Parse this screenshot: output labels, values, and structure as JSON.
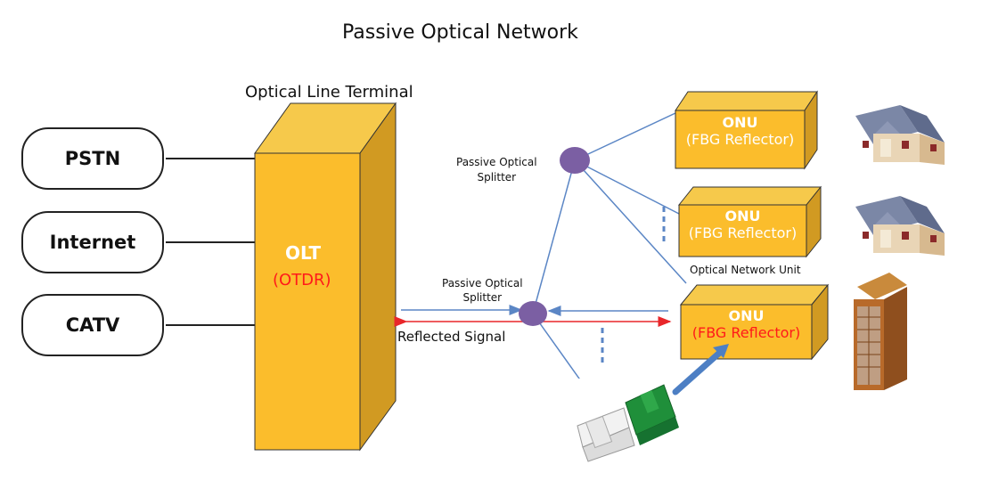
{
  "title": "Passive Optical Network",
  "olt": {
    "heading": "Optical Line Terminal",
    "name": "OLT",
    "sub": "(OTDR)"
  },
  "services": [
    "PSTN",
    "Internet",
    "CATV"
  ],
  "splitter_top": {
    "line1": "Passive Optical",
    "line2": "Splitter"
  },
  "splitter_mid": {
    "line1": "Passive Optical",
    "line2": "Splitter"
  },
  "reflected_signal": "Reflected Signal",
  "onus": [
    {
      "name": "ONU",
      "sub": "(FBG Reflector)"
    },
    {
      "name": "ONU",
      "sub": "(FBG Reflector)"
    },
    {
      "name": "ONU",
      "sub": "(FBG Reflector)"
    }
  ],
  "onu_caption": "Optical Network Unit",
  "colors": {
    "box_front": "#fbbd2c",
    "box_top": "#f6c94b",
    "box_side": "#d19a22",
    "fiber": "#5b86c5",
    "reflect": "#e8262a",
    "splitter": "#7b5fa3",
    "connector": "#1f8f3a"
  }
}
